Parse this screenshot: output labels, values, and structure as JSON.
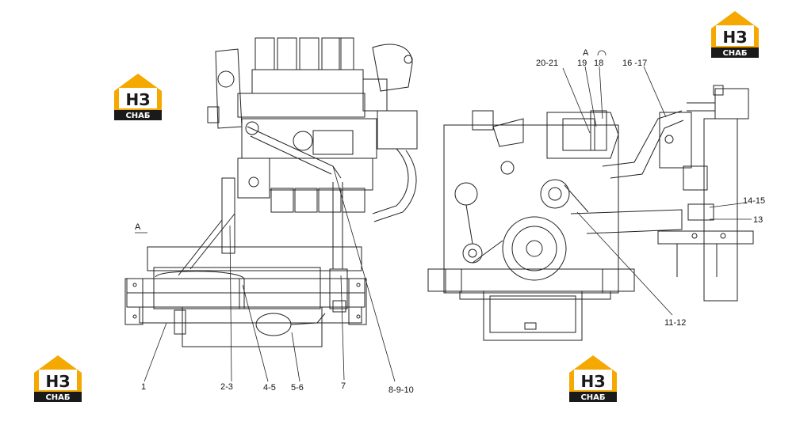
{
  "diagram": {
    "callouts": {
      "c1": "1",
      "c2_3": "2-3",
      "c4_5": "4-5",
      "c5_6": "5-6",
      "c7": "7",
      "c8_9_10": "8-9-10",
      "c11_12": "11-12",
      "c13": "13",
      "c14_15": "14-15",
      "c16_17": "16 -17",
      "c18": "18",
      "c19": "19",
      "c20_21": "20-21"
    },
    "view_left": "A",
    "view_right": "A"
  },
  "watermark": {
    "top": "НЗ",
    "bottom": "СНАБ"
  },
  "colors": {
    "logo_orange": "#f5a800",
    "logo_dark": "#1a1a1a",
    "line": "#222222"
  }
}
